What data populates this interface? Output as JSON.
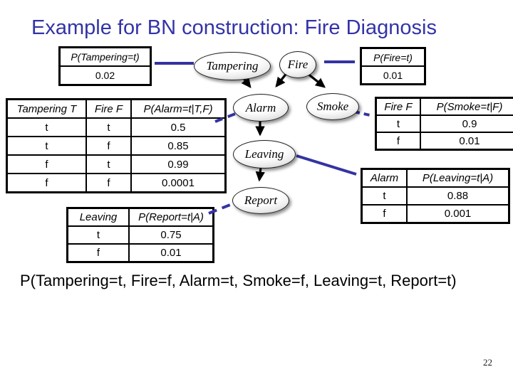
{
  "slide": {
    "title": "Example for BN construction: Fire Diagnosis",
    "footer_formula": "P(Tampering=t, Fire=f, Alarm=t, Smoke=f, Leaving=t, Report=t)",
    "page_number": "22"
  },
  "colors": {
    "title_text": "#3333A8",
    "accent_line": "#3433A2",
    "table_border": "#000000",
    "body_text": "#000000",
    "node_fill_edge": "#D3D3D3"
  },
  "diagram": {
    "nodes": [
      {
        "id": "tampering",
        "label": "Tampering"
      },
      {
        "id": "fire",
        "label": "Fire"
      },
      {
        "id": "alarm",
        "label": "Alarm"
      },
      {
        "id": "smoke",
        "label": "Smoke"
      },
      {
        "id": "leaving",
        "label": "Leaving"
      },
      {
        "id": "report",
        "label": "Report"
      }
    ],
    "edges": [
      {
        "from": "Tampering",
        "to": "Alarm"
      },
      {
        "from": "Fire",
        "to": "Alarm"
      },
      {
        "from": "Fire",
        "to": "Smoke"
      },
      {
        "from": "Alarm",
        "to": "Leaving"
      },
      {
        "from": "Leaving",
        "to": "Report"
      }
    ]
  },
  "tables": {
    "tampering_prior": {
      "headers": [
        "P(Tampering=t)"
      ],
      "rows": [
        [
          "0.02"
        ]
      ]
    },
    "fire_prior": {
      "headers": [
        "P(Fire=t)"
      ],
      "rows": [
        [
          "0.01"
        ]
      ]
    },
    "alarm_cpt": {
      "headers": [
        "Tampering T",
        "Fire F",
        "P(Alarm=t|T,F)"
      ],
      "rows": [
        [
          "t",
          "t",
          "0.5"
        ],
        [
          "t",
          "f",
          "0.85"
        ],
        [
          "f",
          "t",
          "0.99"
        ],
        [
          "f",
          "f",
          "0.0001"
        ]
      ]
    },
    "smoke_cpt": {
      "headers": [
        "Fire F",
        "P(Smoke=t|F)"
      ],
      "rows": [
        [
          "t",
          "0.9"
        ],
        [
          "f",
          "0.01"
        ]
      ]
    },
    "leaving_cpt": {
      "headers": [
        "Alarm",
        "P(Leaving=t|A)"
      ],
      "rows": [
        [
          "t",
          "0.88"
        ],
        [
          "f",
          "0.001"
        ]
      ]
    },
    "report_cpt": {
      "headers": [
        "Leaving",
        "P(Report=t|A)"
      ],
      "rows": [
        [
          "t",
          "0.75"
        ],
        [
          "f",
          "0.01"
        ]
      ]
    }
  }
}
